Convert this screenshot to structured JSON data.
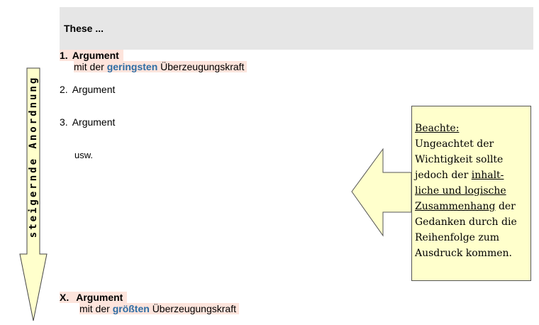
{
  "header": {
    "title": "These ..."
  },
  "arguments": {
    "first": {
      "number": "1.",
      "label": "Argument",
      "sub_prefix": "mit der",
      "sub_highlight": "geringsten",
      "sub_suffix": "Überzeugungskraft"
    },
    "second": {
      "number": "2.",
      "label": "Argument"
    },
    "third": {
      "number": "3.",
      "label": "Argument"
    },
    "etc": "usw.",
    "last": {
      "number": "X.",
      "label": "Argument",
      "sub_prefix": "mit der",
      "sub_highlight": "größten",
      "sub_suffix": "Überzeugungskraft"
    }
  },
  "side_arrow": {
    "label": "steigernde Anordnung"
  },
  "note": {
    "title": "Beachte:",
    "l1": "Ungeachtet der",
    "l2": "Wichtigkeit sollte",
    "l3a": "jedoch der",
    "l3b": "inhalt-",
    "l4": "liche und logische",
    "l5a": "Zusammenhang",
    "l5b": "der",
    "l6": "Gedanken durch die",
    "l7": "Reihenfolge zum",
    "l8": "Ausdruck kommen."
  },
  "colors": {
    "header_bg": "#e6e6e6",
    "highlight_bg": "#fde4dc",
    "highlight_text": "#2e6da4",
    "arrow_fill": "#ffffcc"
  }
}
